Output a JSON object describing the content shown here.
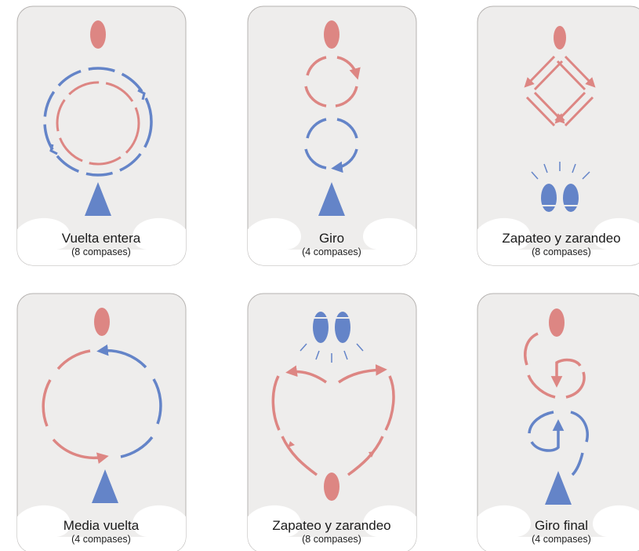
{
  "colors": {
    "card_bg": "#eeedec",
    "card_border": "#b6b3b1",
    "floor_pattern": "#ffffff",
    "female": "#dd8683",
    "male": "#6484c8"
  },
  "cards": [
    {
      "title": "Vuelta entera",
      "subtitle": "(8 compases)"
    },
    {
      "title": "Giro",
      "subtitle": "(4 compases)"
    },
    {
      "title": "Zapateo y zarandeo",
      "subtitle": "(8 compases)"
    },
    {
      "title": "Media vuelta",
      "subtitle": "(4 compases)"
    },
    {
      "title": "Zapateo y zarandeo",
      "subtitle": "(8 compases)"
    },
    {
      "title": "Giro final",
      "subtitle": "(4 compases)"
    }
  ],
  "icons": {
    "female_dancer": "ellipse-marker",
    "male_dancer": "triangle-marker",
    "footprints": "footprints-icon"
  }
}
